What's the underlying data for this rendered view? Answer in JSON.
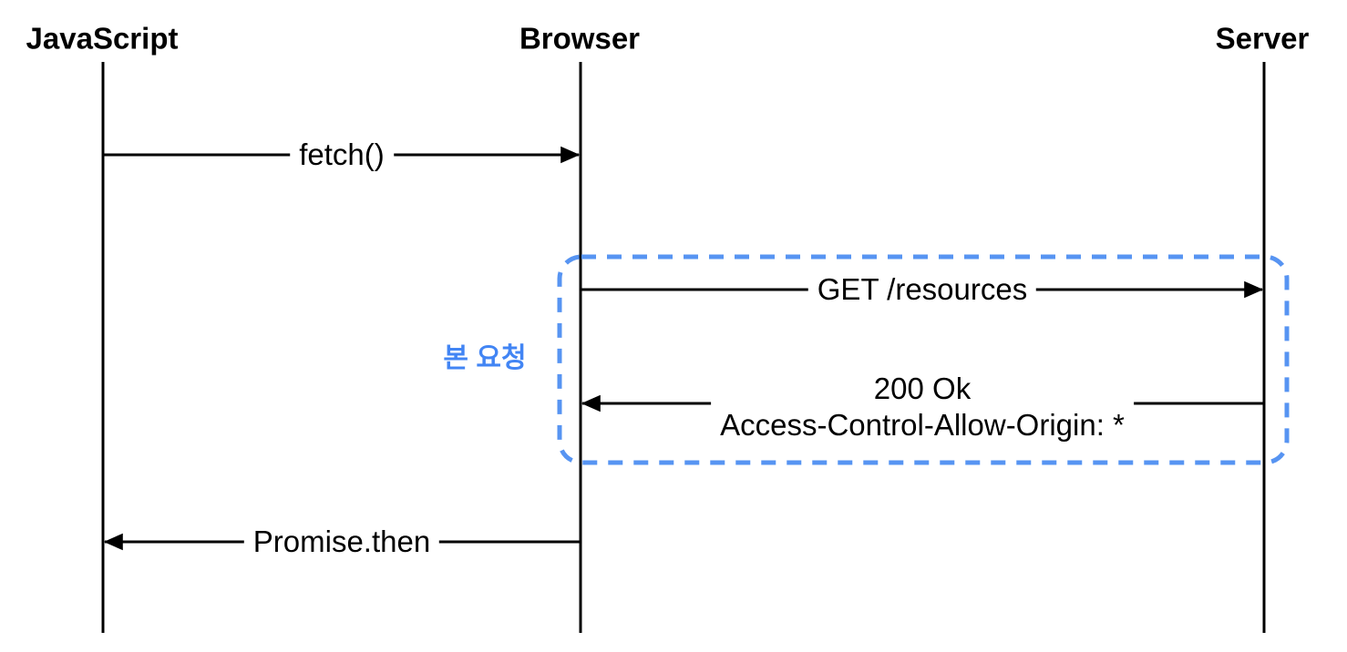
{
  "colors": {
    "line": "#000000",
    "highlight_border": "#5794f2",
    "annotation_text": "#4285f4",
    "background": "#ffffff"
  },
  "diagram": {
    "type": "sequence-diagram",
    "actors": [
      {
        "name": "JavaScript"
      },
      {
        "name": "Browser"
      },
      {
        "name": "Server"
      }
    ],
    "messages": [
      {
        "label": "fetch()",
        "from": "JavaScript",
        "to": "Browser"
      },
      {
        "label": "GET /resources",
        "from": "Browser",
        "to": "Server"
      },
      {
        "label": "200 Ok\nAccess-Control-Allow-Origin: *",
        "from": "Server",
        "to": "Browser"
      },
      {
        "label": "Promise.then",
        "from": "Browser",
        "to": "JavaScript"
      }
    ],
    "annotation": {
      "label": "본 요청"
    }
  }
}
